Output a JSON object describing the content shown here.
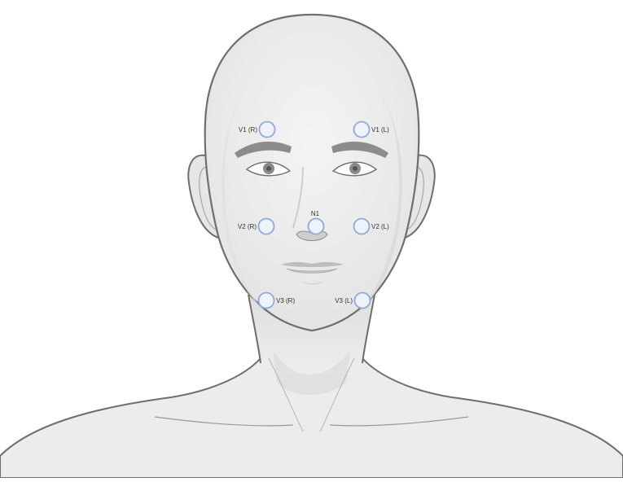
{
  "colors": {
    "background": "#ffffff",
    "skin": "#eeeeee",
    "skin_shade": "#d6d6d6",
    "outline": "#6e6e6e",
    "electrode_fill": "#eef2fb",
    "electrode_stroke": "#8fa9dd",
    "label_text": "#333333"
  },
  "electrodes": [
    {
      "id": "v1-r",
      "label": "V1 (R)"
    },
    {
      "id": "v1-l",
      "label": "V1 (L)"
    },
    {
      "id": "n1",
      "label": "N1"
    },
    {
      "id": "v2-r",
      "label": "V2 (R)"
    },
    {
      "id": "v2-l",
      "label": "V2 (L)"
    },
    {
      "id": "v3-r",
      "label": "V3 (R)"
    },
    {
      "id": "v3-l",
      "label": "V3 (L)"
    }
  ]
}
